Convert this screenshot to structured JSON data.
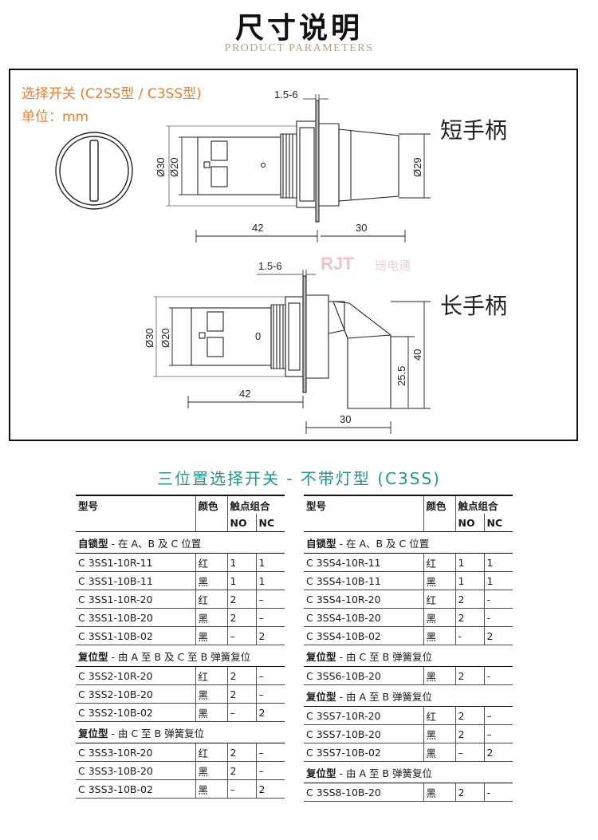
{
  "header": {
    "title": "尺寸说明",
    "subtitle": "PRODUCT PARAMETERS"
  },
  "drawing": {
    "title": "选择开关 (C2SS型 / C3SS型)",
    "unit": "单位：mm",
    "short_handle_label": "短手柄",
    "long_handle_label": "长手柄",
    "watermark_text": "瑞电通",
    "short": {
      "d_outer": "Ø30",
      "d_inner": "Ø20",
      "d_handle": "Ø29",
      "panel": "1.5-6",
      "len_body": "42",
      "len_handle": "30"
    },
    "long": {
      "d_outer": "Ø30",
      "d_inner": "Ø20",
      "panel": "1.5-6",
      "len_body": "42",
      "len_handle": "30",
      "h_total": "40",
      "h_partial": "25.5"
    },
    "body_mark": "0"
  },
  "table": {
    "heading": "三位置选择开关 - 不带灯型 (C3SS)",
    "col_model": "型号",
    "col_color": "颜色",
    "col_contact": "触点组合",
    "col_no": "NO",
    "col_nc": "NC",
    "left": [
      {
        "section_bold": "自锁型",
        "section_rest": " - 在 A、B 及 C 位置",
        "rows": [
          [
            "C 3SS1-10R-11",
            "红",
            "1",
            "1"
          ],
          [
            "C 3SS1-10B-11",
            "黑",
            "1",
            "1"
          ],
          [
            "C 3SS1-10R-20",
            "红",
            "2",
            "–"
          ],
          [
            "C 3SS1-10B-20",
            "黑",
            "2",
            "–"
          ],
          [
            "C 3SS1-10B-02",
            "黑",
            "–",
            "2"
          ]
        ]
      },
      {
        "section_bold": "复位型",
        "section_rest": " - 由 A 至 B 及 C 至 B 弹簧复位",
        "rows": [
          [
            "C 3SS2-10R-20",
            "红",
            "2",
            "–"
          ],
          [
            "C 3SS2-10B-20",
            "黑",
            "2",
            "–"
          ],
          [
            "C 3SS2-10B-02",
            "黑",
            "–",
            "2"
          ]
        ]
      },
      {
        "section_bold": "复位型",
        "section_rest": " - 由 C 至 B 弹簧复位",
        "rows": [
          [
            "C 3SS3-10R-20",
            "红",
            "2",
            "–"
          ],
          [
            "C 3SS3-10B-20",
            "黑",
            "2",
            "–"
          ],
          [
            "C 3SS3-10B-02",
            "黑",
            "–",
            "2"
          ]
        ]
      }
    ],
    "right": [
      {
        "section_bold": "自锁型",
        "section_rest": " - 在 A、B 及 C 位置",
        "rows": [
          [
            "C 3SS4-10R-11",
            "红",
            "1",
            "1"
          ],
          [
            "C 3SS4-10B-11",
            "黑",
            "1",
            "1"
          ],
          [
            "C 3SS4-10R-20",
            "红",
            "2",
            "-"
          ],
          [
            "C 3SS4-10B-20",
            "黑",
            "2",
            "-"
          ],
          [
            "C 3SS4-10B-02",
            "黑",
            "-",
            "2"
          ]
        ]
      },
      {
        "section_bold": "复位型",
        "section_rest": " - 由 C 至 B 弹簧复位",
        "rows": [
          [
            "C 3SS6-10B-20",
            "黑",
            "2",
            "-"
          ]
        ]
      },
      {
        "section_bold": "复位型",
        "section_rest": " - 由 A 至 B 弹簧复位",
        "rows": [
          [
            "C 3SS7-10R-20",
            "红",
            "2",
            "–"
          ],
          [
            "C 3SS7-10B-20",
            "黑",
            "2",
            "–"
          ],
          [
            "C 3SS7-10B-02",
            "黑",
            "–",
            "2"
          ]
        ]
      },
      {
        "section_bold": "复位型",
        "section_rest": " - 由 A 至 B 弹簧复位",
        "rows": [
          [
            "C 3SS8-10B-20",
            "黑",
            "2",
            "-"
          ]
        ]
      }
    ]
  }
}
